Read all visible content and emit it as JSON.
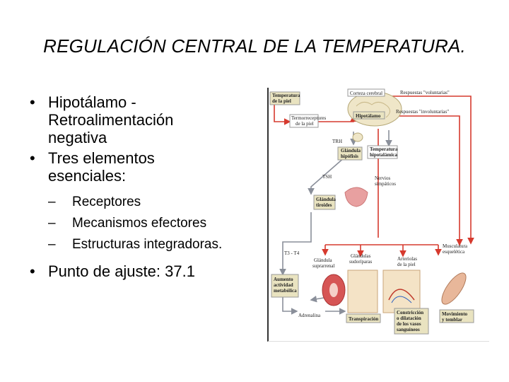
{
  "slide": {
    "title": "REGULACIÓN CENTRAL DE LA TEMPERATURA.",
    "bullets": [
      {
        "marker": "•",
        "lines": [
          "Hipotálamo -",
          "Retroalimentación",
          "negativa"
        ]
      },
      {
        "marker": "•",
        "lines": [
          "Tres elementos",
          "esenciales:"
        ]
      }
    ],
    "sub_bullets": [
      {
        "marker": "–",
        "text": "Receptores"
      },
      {
        "marker": "–",
        "text": "Mecanismos efectores"
      },
      {
        "marker": "–",
        "text": "Estructuras integradoras."
      }
    ],
    "last_bullet": {
      "marker": "•",
      "text": "Punto de ajuste: 37.1"
    }
  },
  "diagram": {
    "colors": {
      "arrow_red": "#d63a2e",
      "arrow_gray": "#8a8f9a",
      "box_fill": "#e9e3c0",
      "gland_pink": "#e8a0a0",
      "brain": "#efe6c8"
    },
    "labels": {
      "temp_skin": [
        "Temperatura",
        "de la piel"
      ],
      "cortex": "Corteza cerebral",
      "voluntary": "Respuestas \"voluntarias\"",
      "thermoreceptors": [
        "Termorreceptores",
        "de la piel"
      ],
      "hypothalamus": "Hipotálamo",
      "involuntary": "Respuestas \"involuntarias\"",
      "trh": "TRH",
      "pituitary": [
        "Glándula",
        "hipófisis"
      ],
      "hyp_temp": [
        "Temperatura",
        "hipotalámica"
      ],
      "tsh": "TSH",
      "sympathetic": [
        "Nervios",
        "simpáticos"
      ],
      "thyroid": [
        "Glándula",
        "tiroides"
      ],
      "t3t4": "T3 - T4",
      "adrenal": [
        "Glándula",
        "suprarrenal"
      ],
      "sweat": [
        "Glándulas",
        "sudoríparas"
      ],
      "arterioles": [
        "Arteriolas",
        "de la piel"
      ],
      "muscle": [
        "Musculatura",
        "esquelética"
      ],
      "metabolic": [
        "Aumento",
        "actividad",
        "metabólica"
      ],
      "adrenaline": "Adrenalina",
      "perspiration": "Transpiración",
      "vessels": [
        "Constricción",
        "o dilatación",
        "de los vasos",
        "sanguíneos"
      ],
      "shiver": [
        "Movimiento",
        "y temblar"
      ]
    }
  }
}
